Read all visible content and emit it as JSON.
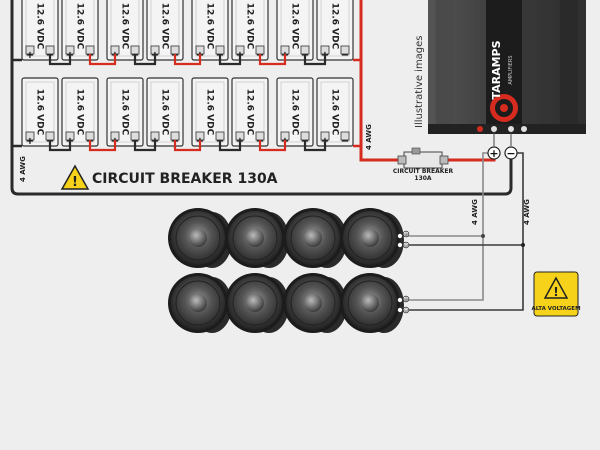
{
  "batteries": {
    "voltage_label": "12.6 VDC",
    "positive_symbol": "+",
    "negative_symbol": "−"
  },
  "wire_gauge_label": "4 AWG",
  "circuit_breaker": {
    "main_label": "CIRCUIT BREAKER 130A",
    "device_label_line1": "CIRCUIT BREAKER",
    "device_label_line2": "130A"
  },
  "amplifier": {
    "brand": "TARAMPS",
    "sub_brand": "AMPLIFIERS",
    "positive_terminal": "+",
    "negative_terminal": "−"
  },
  "illustrative_note": "Illustrative images",
  "warning_badge": {
    "label": "ALTA VOLTAGEM",
    "symbol": "!"
  },
  "speakers": {
    "positive_symbol": "⊕",
    "negative_symbol": "⊖"
  },
  "colors": {
    "positive_wire": "#d62b1f",
    "negative_wire": "#2a2a2a",
    "background": "#eeeeee",
    "warning_yellow": "#f6d21a",
    "amp_body": "#3a3a3a",
    "amp_accent": "#d62b1f"
  }
}
